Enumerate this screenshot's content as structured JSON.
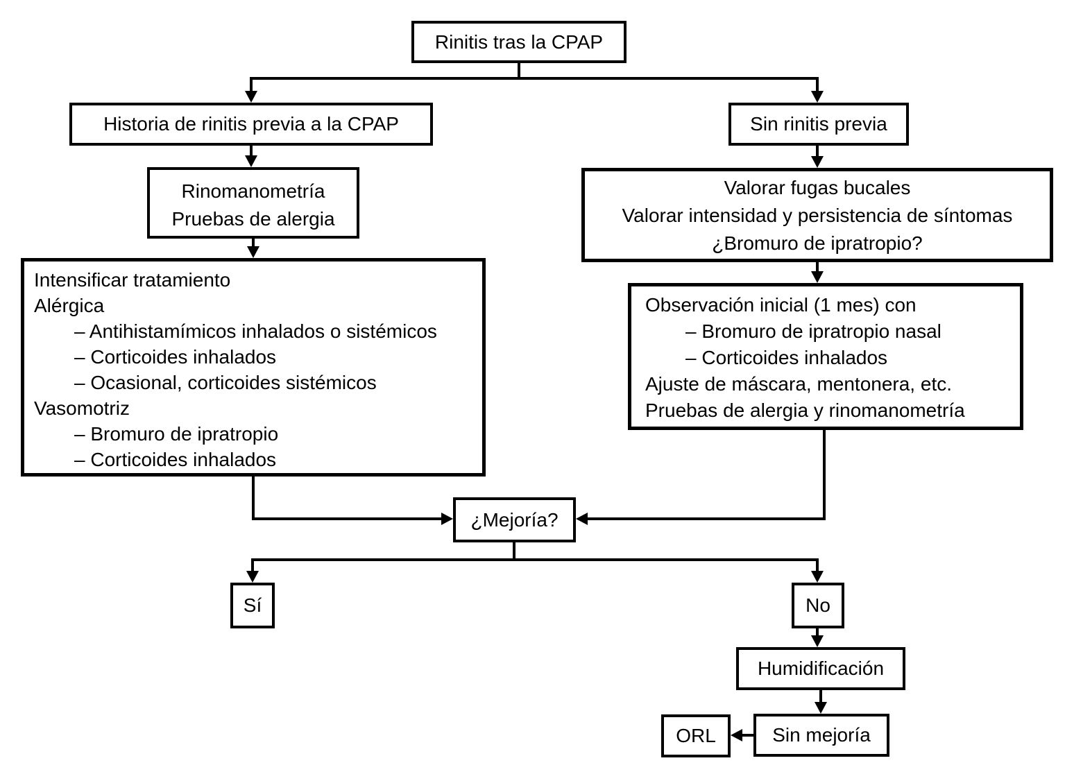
{
  "diagram": {
    "background": "#ffffff",
    "line_color": "#000000",
    "text_color": "#000000"
  },
  "boxes": {
    "root": {
      "label": "Rinitis tras la CPAP"
    },
    "history": {
      "label": "Historia de rinitis previa a la CPAP"
    },
    "rhinomanometry": {
      "lines": [
        "Rinomanometría",
        "Pruebas de alergia"
      ]
    },
    "intensify": {
      "lines": [
        "Intensificar tratamiento",
        "Alérgica",
        "– Antihistamímicos inhalados o sistémicos",
        "– Corticoides inhalados",
        "– Ocasional, corticoides sistémicos",
        "Vasomotriz",
        "– Bromuro de ipratropio",
        "– Corticoides inhalados"
      ]
    },
    "no_prior": {
      "label": "Sin rinitis previa"
    },
    "assess": {
      "lines": [
        "Valorar fugas bucales",
        "Valorar intensidad y persistencia de síntomas",
        "¿Bromuro de ipratropio?"
      ]
    },
    "observation": {
      "lines": [
        "Observación inicial (1 mes) con",
        "– Bromuro de ipratropio nasal",
        "– Corticoides inhalados",
        "Ajuste de máscara, mentonera, etc.",
        "Pruebas de alergia y rinomanometría"
      ]
    },
    "improvement": {
      "label": "¿Mejoría?"
    },
    "yes": {
      "label": "Sí"
    },
    "no": {
      "label": "No"
    },
    "humidification": {
      "label": "Humidificación"
    },
    "no_improvement": {
      "label": "Sin mejoría"
    },
    "orl": {
      "label": "ORL"
    }
  }
}
